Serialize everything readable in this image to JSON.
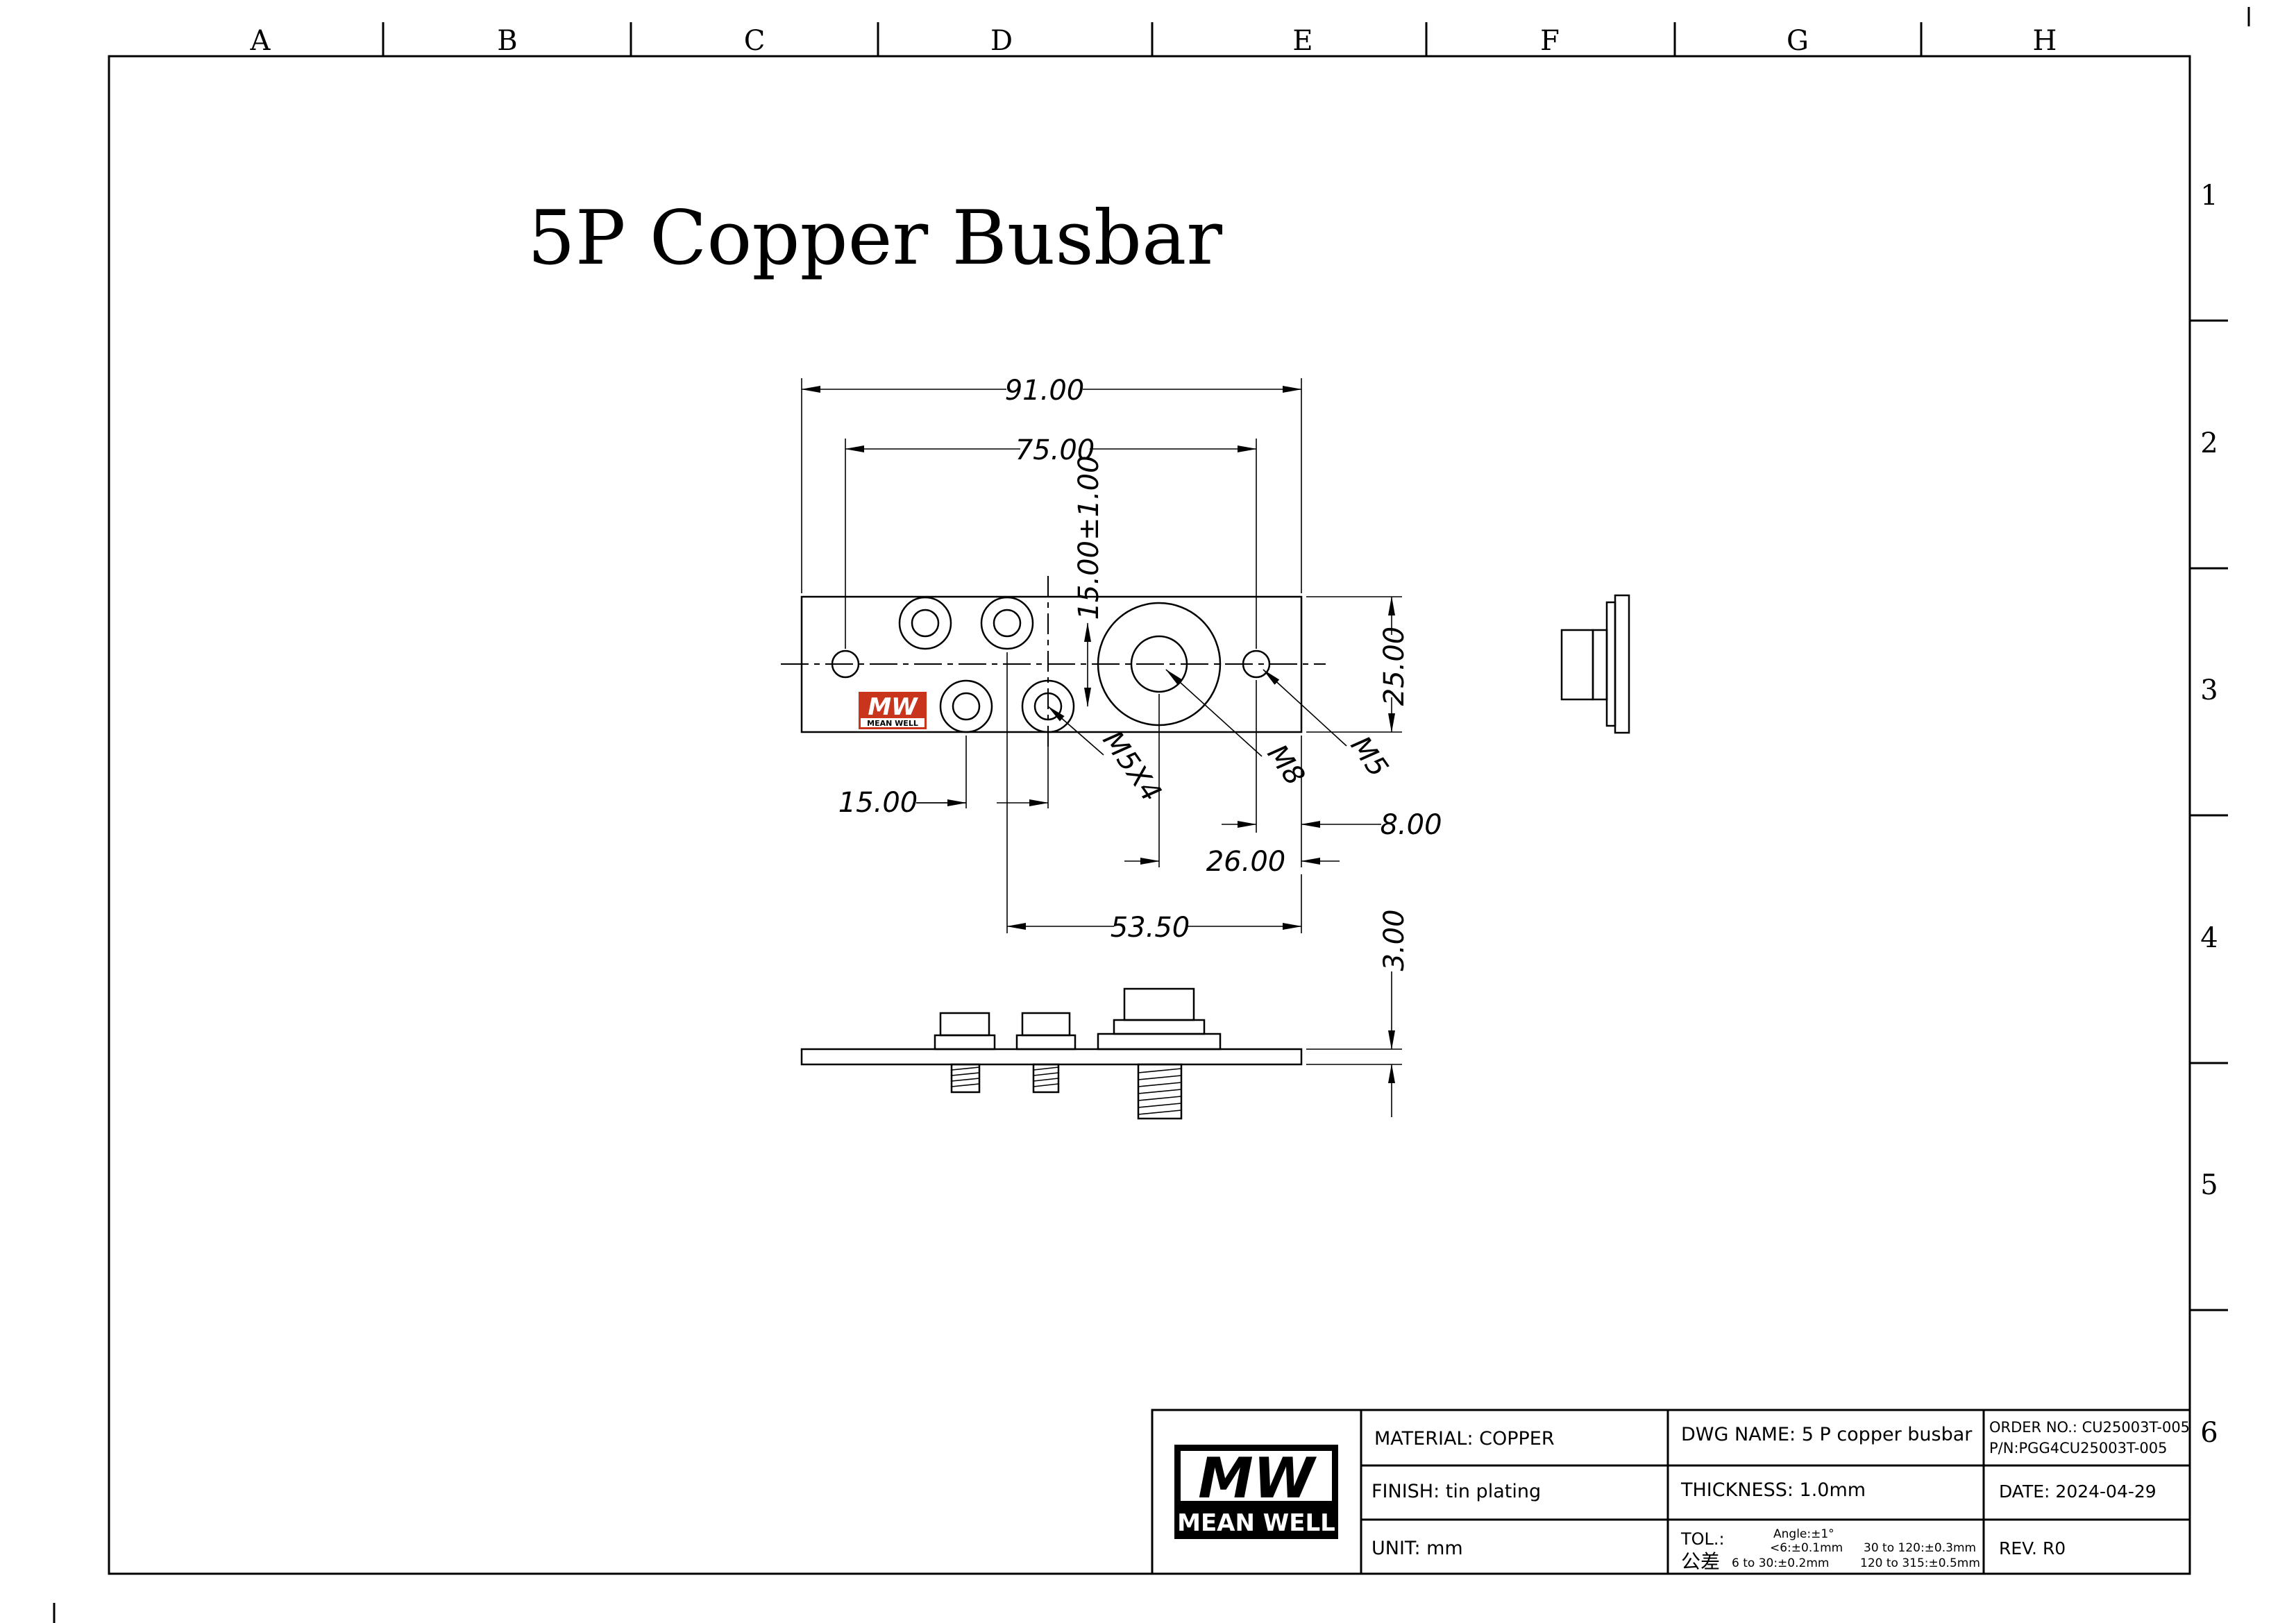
{
  "border": {
    "columns": [
      "A",
      "B",
      "C",
      "D",
      "E",
      "F",
      "G",
      "H"
    ],
    "rows": [
      "1",
      "2",
      "3",
      "4",
      "5",
      "6"
    ]
  },
  "title": "5P Copper Busbar",
  "dimensions": {
    "overall_length": "91.00",
    "hole_spacing": "75.00",
    "row_offset": "15.00±1.00",
    "height": "25.00",
    "stud_pitch": "15.00",
    "m8_to_m5": "26.00",
    "m5_to_edge": "8.00",
    "stud_to_edge": "53.50",
    "thickness": "3.00"
  },
  "callouts": {
    "m5x4": "M5X4",
    "m8": "M8",
    "m5": "M5"
  },
  "logo": {
    "mark": "MW",
    "name": "MEAN WELL",
    "color": "#c8341c"
  },
  "title_block": {
    "material": "MATERIAL: COPPER",
    "finish": "FINISH: tin plating",
    "unit": "UNIT: mm",
    "dwg_name": "DWG NAME: 5 P copper busbar",
    "thickness": "THICKNESS: 1.0mm",
    "tol_label": "TOL.:",
    "tol_cn": "公差",
    "tol_angle": "Angle:±1°",
    "tol_1": "<6:±0.1mm",
    "tol_2": "6 to  30:±0.2mm",
    "tol_3": "30 to 120:±0.3mm",
    "tol_4": "120 to 315:±0.5mm",
    "order_no": "ORDER NO.: CU25003T-005",
    "pn": "P/N:PGG4CU25003T-005",
    "date": "DATE: 2024-04-29",
    "rev": "REV. R0"
  }
}
